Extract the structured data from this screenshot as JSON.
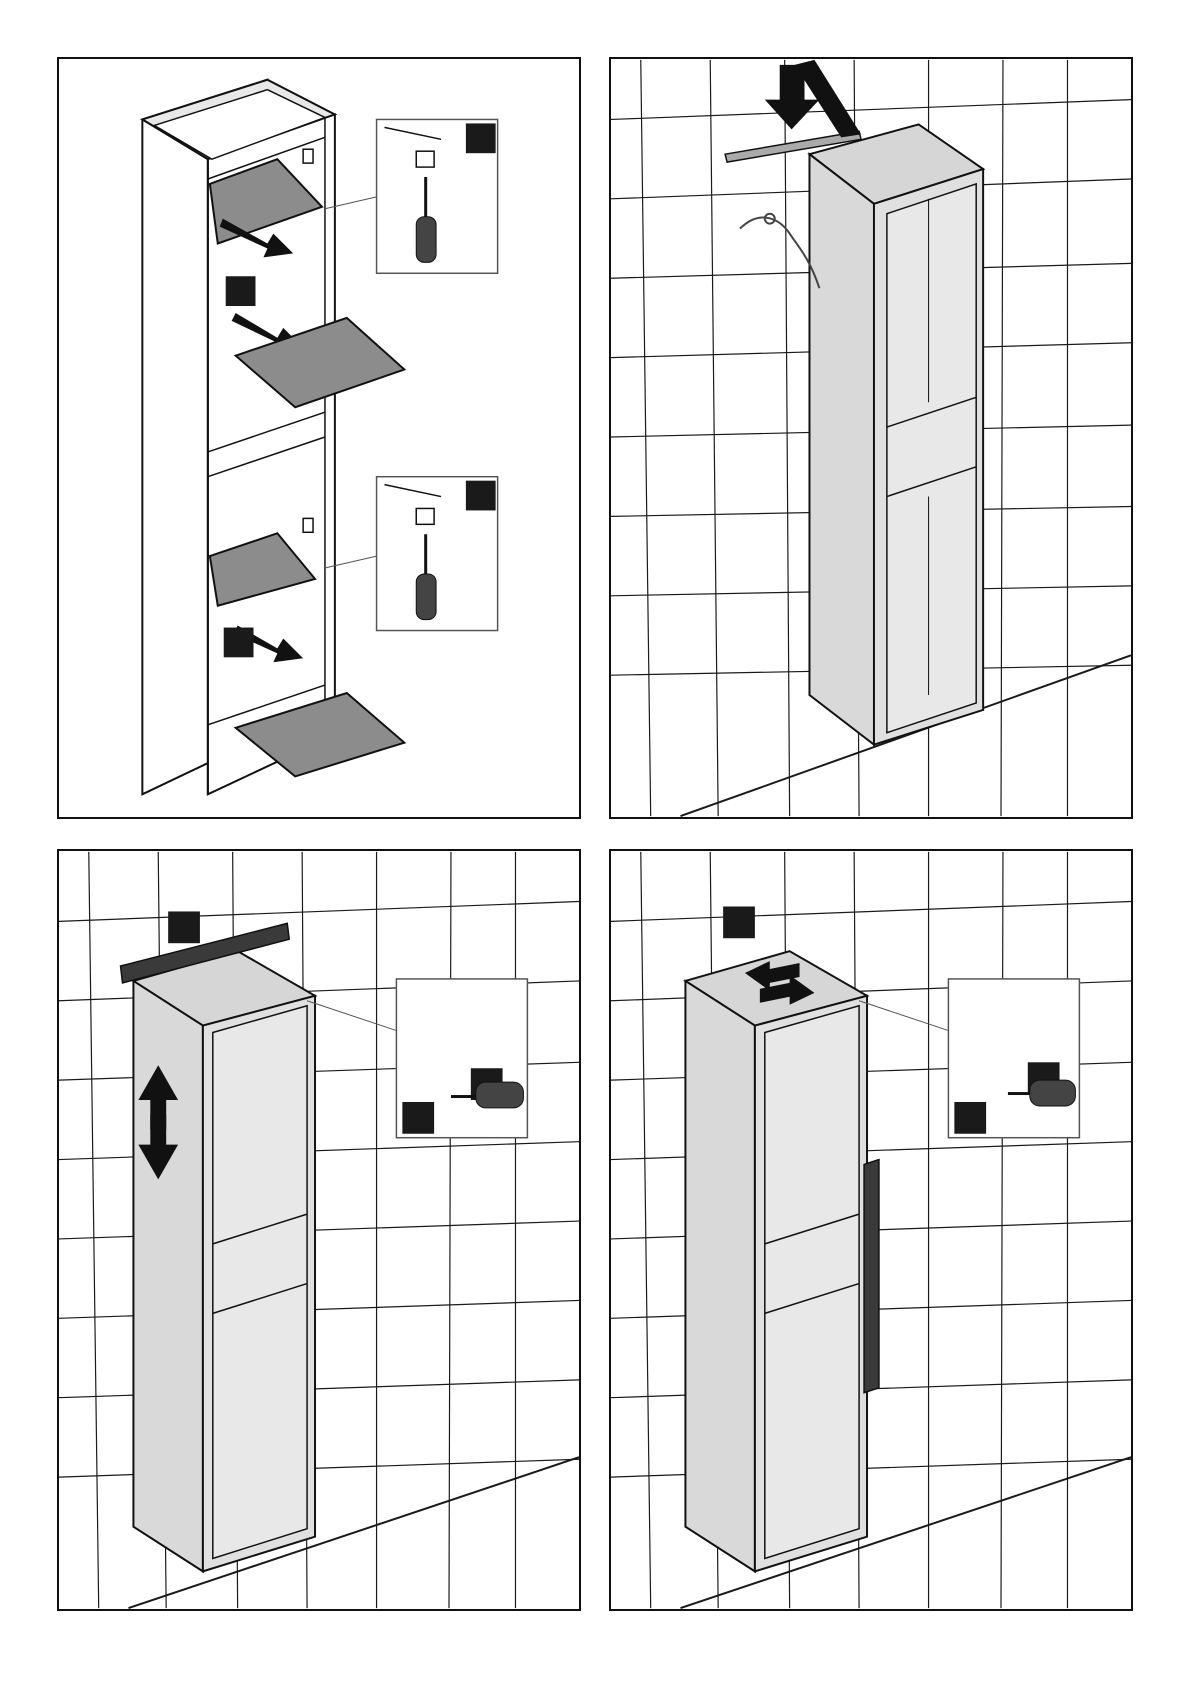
{
  "document": {
    "page_number": "",
    "panels": [
      {
        "step": "remove-shelves",
        "callout_labels": [
          "",
          "",
          "",
          ""
        ]
      },
      {
        "step": "hang-cabinet"
      },
      {
        "step": "level-horizontal",
        "callout_labels": [
          "",
          "",
          ""
        ]
      },
      {
        "step": "level-vertical",
        "callout_labels": [
          "",
          "",
          ""
        ]
      }
    ]
  },
  "colors": {
    "cabinet_fill": "#e0e0e0",
    "shelf_fill": "#8c8c8c",
    "line": "#111111",
    "tile_line": "#1a1a1a",
    "badge": "#1a1a1a"
  },
  "icons": [
    "arrow-icon",
    "screwdriver-icon",
    "level-tool-icon",
    "bracket-icon",
    "cable-icon",
    "rotate-icon"
  ]
}
